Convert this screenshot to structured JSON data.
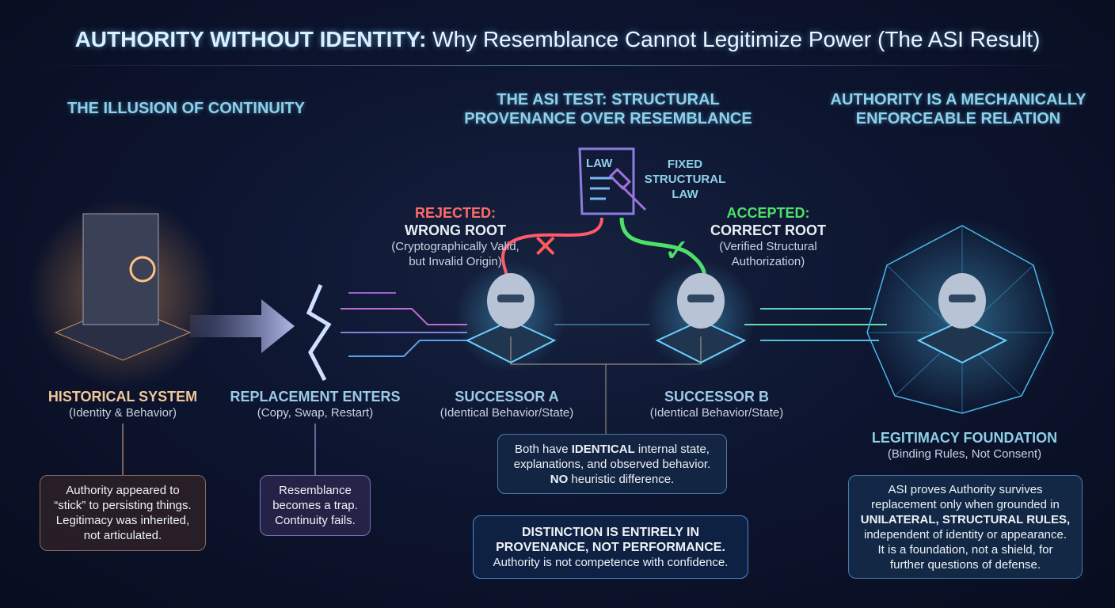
{
  "title": {
    "bold": "AUTHORITY WITHOUT IDENTITY:",
    "rest": " Why Resemblance Cannot Legitimize Power (The ASI Result)"
  },
  "sections": {
    "left": "THE ILLUSION OF CONTINUITY",
    "middle": [
      "THE ASI TEST: STRUCTURAL",
      "PROVENANCE OVER RESEMBLANCE"
    ],
    "right": [
      "AUTHORITY IS A MECHANICALLY",
      "ENFORCEABLE RELATION"
    ]
  },
  "law": {
    "doc": "LAW",
    "label": [
      "FIXED",
      "STRUCTURAL",
      "LAW"
    ]
  },
  "rejected": {
    "status": "REJECTED:",
    "title": "WRONG ROOT",
    "sub": [
      "(Cryptographically Valid,",
      "but Invalid Origin)"
    ]
  },
  "accepted": {
    "status": "ACCEPTED:",
    "title": "CORRECT ROOT",
    "sub": [
      "(Verified Structural",
      "Authorization)"
    ]
  },
  "nodes": {
    "historical": {
      "title": "HISTORICAL SYSTEM",
      "sub": "(Identity & Behavior)"
    },
    "replacement": {
      "title": "REPLACEMENT ENTERS",
      "sub": "(Copy, Swap, Restart)"
    },
    "successor_a": {
      "title": "SUCCESSOR A",
      "sub": "(Identical Behavior/State)"
    },
    "successor_b": {
      "title": "SUCCESSOR B",
      "sub": "(Identical Behavior/State)"
    },
    "foundation": {
      "title": "LEGITIMACY FOUNDATION",
      "sub": "(Binding Rules, Not Consent)"
    }
  },
  "boxes": {
    "historical": [
      "Authority appeared to",
      "“stick” to persisting things.",
      "Legitimacy was inherited,",
      "not articulated."
    ],
    "replacement": [
      "Resemblance",
      "becomes a trap.",
      "Continuity fails."
    ],
    "identical": {
      "pre": "Both have ",
      "bold": "IDENTICAL",
      "post": " internal state,",
      "line2": "explanations, and observed behavior.",
      "bold3": "NO",
      "post3": " heuristic difference."
    },
    "distinction": {
      "bold1": "DISTINCTION IS ENTIRELY IN",
      "bold2": "PROVENANCE, NOT PERFORMANCE.",
      "line3": "Authority is not competence with confidence."
    },
    "foundation": {
      "l1": "ASI proves Authority survives",
      "l2": "replacement only when grounded in",
      "bold": "UNILATERAL, STRUCTURAL RULES,",
      "l4": "independent of identity or appearance.",
      "l5": "It is a foundation, not a shield, for",
      "l6": "further questions of defense."
    }
  },
  "colors": {
    "accent": "#8fd0ea",
    "rejected": "#ff5a5a",
    "accepted": "#4ee06a",
    "historical": "#f0c89a"
  }
}
